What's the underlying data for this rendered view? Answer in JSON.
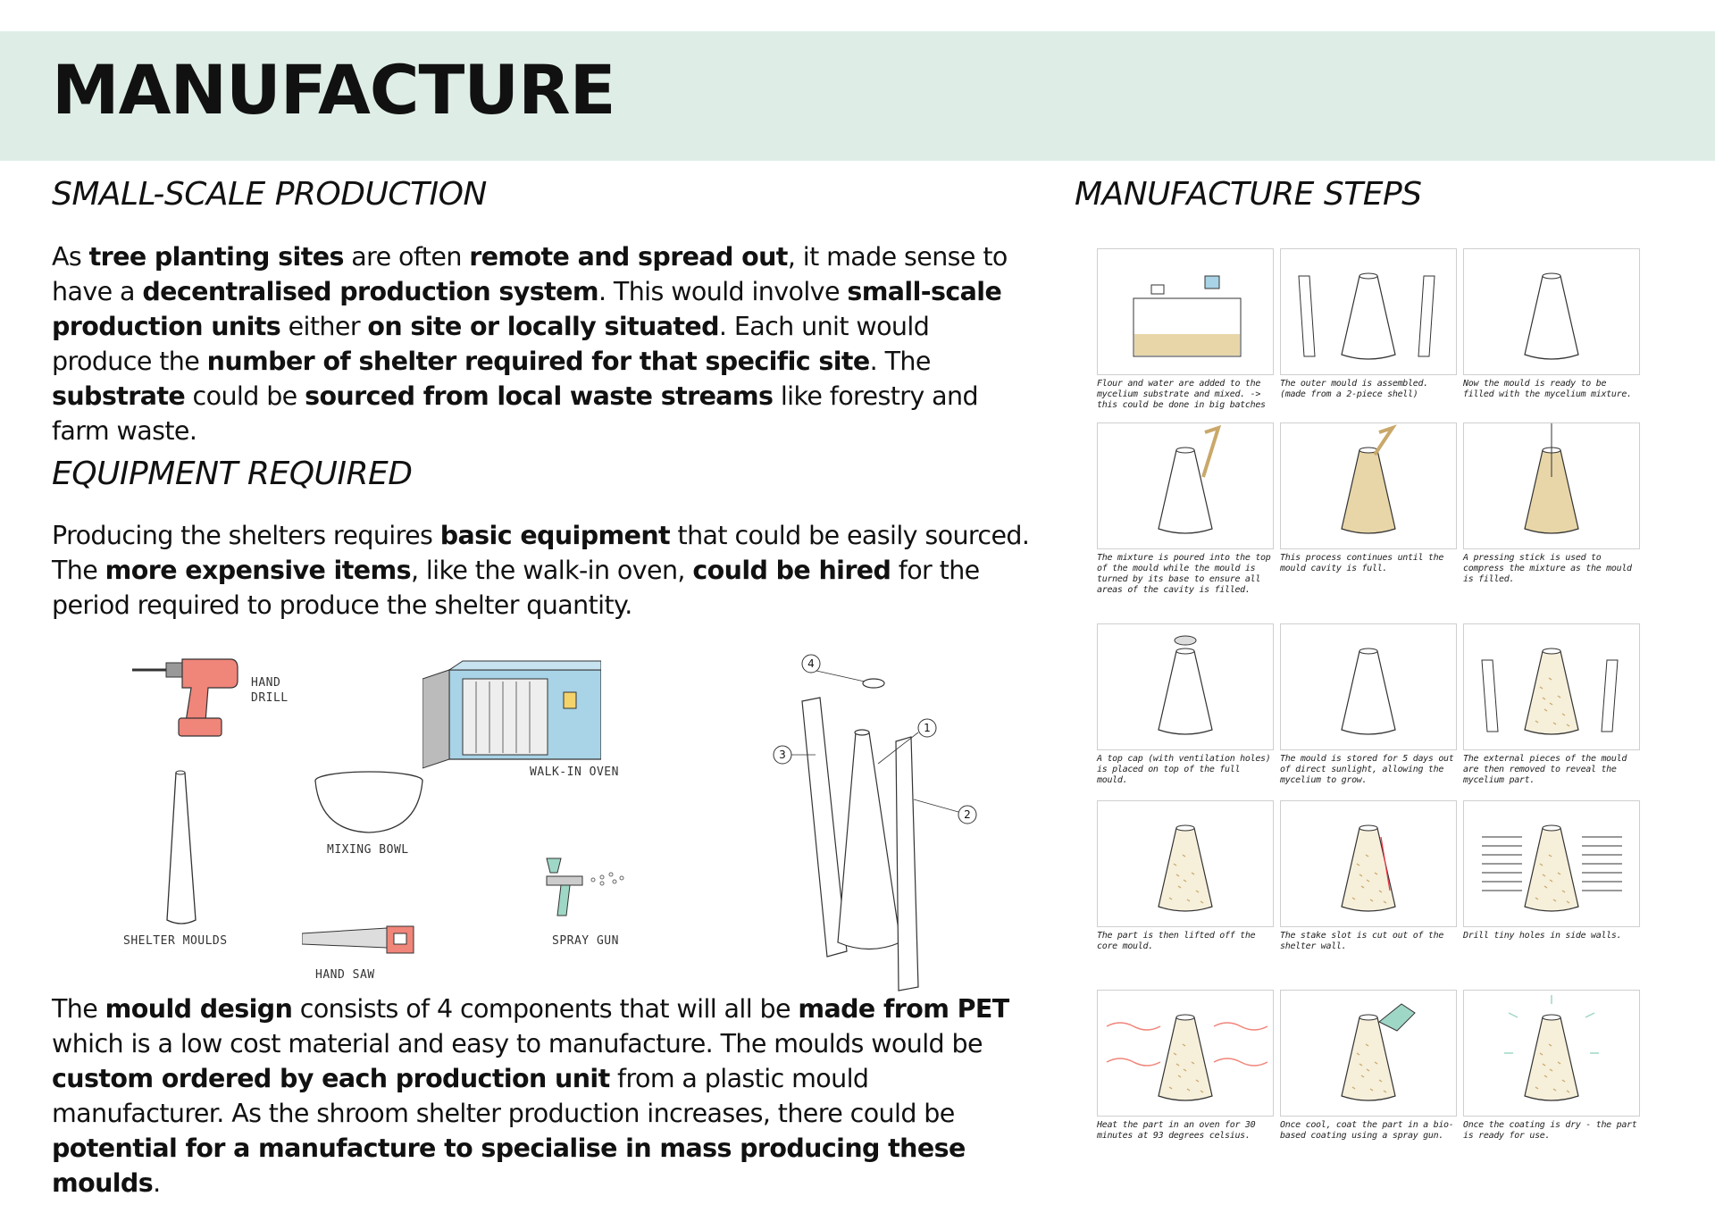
{
  "header": {
    "title": "MANUFACTURE"
  },
  "left": {
    "section1_title": "SMALL-SCALE PRODUCTION",
    "section1_runs": [
      {
        "t": "As ",
        "b": false
      },
      {
        "t": "tree planting sites",
        "b": true
      },
      {
        "t": " are often ",
        "b": false
      },
      {
        "t": "remote and spread out",
        "b": true
      },
      {
        "t": ", it made sense to have a ",
        "b": false
      },
      {
        "t": "decentralised production system",
        "b": true
      },
      {
        "t": ". This would involve ",
        "b": false
      },
      {
        "t": "small-scale production units",
        "b": true
      },
      {
        "t": " either ",
        "b": false
      },
      {
        "t": "on site or locally situated",
        "b": true
      },
      {
        "t": ". Each unit would produce the ",
        "b": false
      },
      {
        "t": "number of shelter required for that specific site",
        "b": true
      },
      {
        "t": ". The ",
        "b": false
      },
      {
        "t": "substrate",
        "b": true
      },
      {
        "t": " could be ",
        "b": false
      },
      {
        "t": "sourced from local waste streams",
        "b": true
      },
      {
        "t": " like forestry and farm waste.",
        "b": false
      }
    ],
    "section2_title": "EQUIPMENT REQUIRED",
    "section2_runs": [
      {
        "t": "Producing the shelters requires ",
        "b": false
      },
      {
        "t": "basic equipment",
        "b": true
      },
      {
        "t": " that could be easily sourced. The ",
        "b": false
      },
      {
        "t": "more expensive items",
        "b": true
      },
      {
        "t": ", like the walk-in oven, ",
        "b": false
      },
      {
        "t": "could be hired",
        "b": true
      },
      {
        "t": " for the period required to produce the shelter quantity.",
        "b": false
      }
    ],
    "equipment_labels": {
      "hand_drill": "HAND DRILL",
      "walk_in_oven": "WALK-IN OVEN",
      "mixing_bowl": "MIXING BOWL",
      "shelter_moulds": "SHELTER MOULDS",
      "hand_saw": "HAND SAW",
      "spray_gun": "SPRAY GUN"
    },
    "mould_callouts": [
      "1",
      "2",
      "3",
      "4"
    ],
    "section3_runs": [
      {
        "t": "The ",
        "b": false
      },
      {
        "t": "mould design",
        "b": true
      },
      {
        "t": " consists of 4 components that will all be ",
        "b": false
      },
      {
        "t": "made from PET",
        "b": true
      },
      {
        "t": " which is a low cost material and easy to manufacture. The moulds would be ",
        "b": false
      },
      {
        "t": "custom ordered by each production unit",
        "b": true
      },
      {
        "t": " from a plastic mould manufacturer. As the shroom shelter production increases, there could be ",
        "b": false
      },
      {
        "t": "potential for a manufacture to specialise in mass producing these moulds",
        "b": true
      },
      {
        "t": ".",
        "b": false
      }
    ]
  },
  "right": {
    "title": "MANUFACTURE STEPS",
    "steps": [
      {
        "caption": "Flour and water are added to the mycelium substrate and mixed. -> this could be done in big batches"
      },
      {
        "caption": "The outer mould is assembled. (made from a 2-piece shell)"
      },
      {
        "caption": "Now the mould is ready to be filled with the mycelium mixture."
      },
      {
        "caption": "The mixture is poured into the top of the mould while the mould is turned by its base to ensure all areas of the cavity is filled."
      },
      {
        "caption": "This process continues until the mould cavity is full."
      },
      {
        "caption": "A pressing stick is used to compress the mixture as the mould is filled."
      },
      {
        "caption": "A top cap (with ventilation holes) is placed on top of the full mould."
      },
      {
        "caption": "The mould is stored for 5 days out of direct sunlight, allowing the mycelium to grow."
      },
      {
        "caption": "The external pieces of the mould are then removed to reveal the mycelium part."
      },
      {
        "caption": "The part is then lifted off the core mould."
      },
      {
        "caption": "The stake slot is cut out of the shelter wall."
      },
      {
        "caption": "Drill tiny holes in side walls."
      },
      {
        "caption": "Heat the part in an oven for 30 minutes at 93 degrees celsius."
      },
      {
        "caption": "Once cool, coat the part in a bio-based coating using a spray gun."
      },
      {
        "caption": "Once the coating is dry - the part is ready for use."
      }
    ]
  },
  "colors": {
    "header_bg": "#deeee6",
    "drill": "#f0857a",
    "oven": "#a9d3e6",
    "saw_handle": "#f0857a",
    "spray": "#9fd7c6",
    "heat_waves": "#f0857a",
    "mycelium": "#f6efda"
  }
}
